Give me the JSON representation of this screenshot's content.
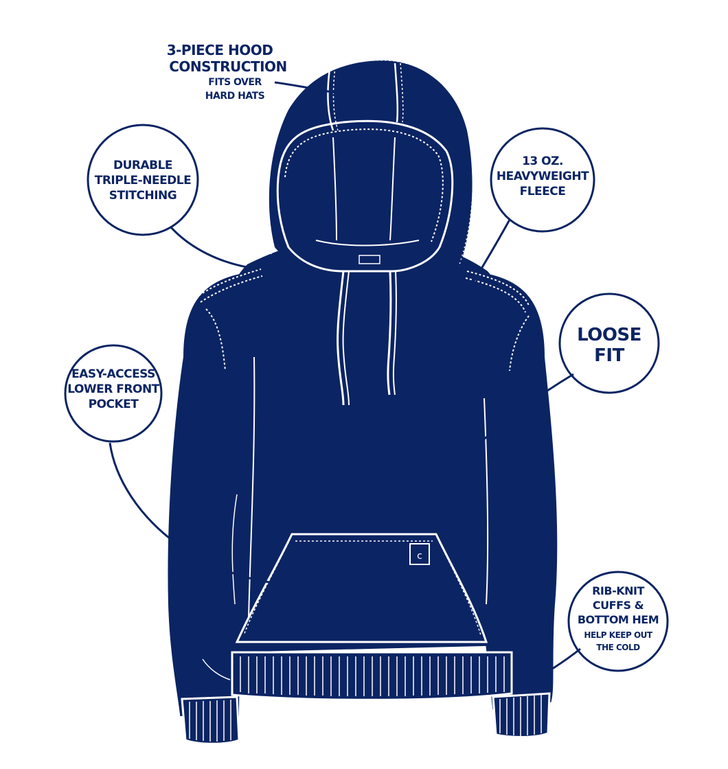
{
  "colors": {
    "navy": "#0b2463",
    "stitch": "#ffffff",
    "background": "#ffffff"
  },
  "callouts": {
    "hood": {
      "line1": "3-PIECE HOOD",
      "line2": "CONSTRUCTION",
      "line3": "FITS OVER",
      "line4": "HARD HATS"
    },
    "stitching": {
      "line1": "DURABLE",
      "line2": "TRIPLE-NEEDLE",
      "line3": "STITCHING"
    },
    "fleece": {
      "line1": "13 OZ.",
      "line2": "HEAVYWEIGHT",
      "line3": "FLEECE"
    },
    "fit": {
      "line1": "LOOSE",
      "line2": "FIT"
    },
    "pocket": {
      "line1": "EASY-ACCESS",
      "line2": "LOWER FRONT",
      "line3": "POCKET"
    },
    "cuffs": {
      "line1": "RIB-KNIT",
      "line2": "CUFFS &",
      "line3": "BOTTOM HEM",
      "line4": "HELP KEEP OUT",
      "line5": "THE COLD"
    }
  },
  "icons": [
    "hoodie-illustration",
    "brand-label-icon",
    "pocket-patch-icon"
  ]
}
